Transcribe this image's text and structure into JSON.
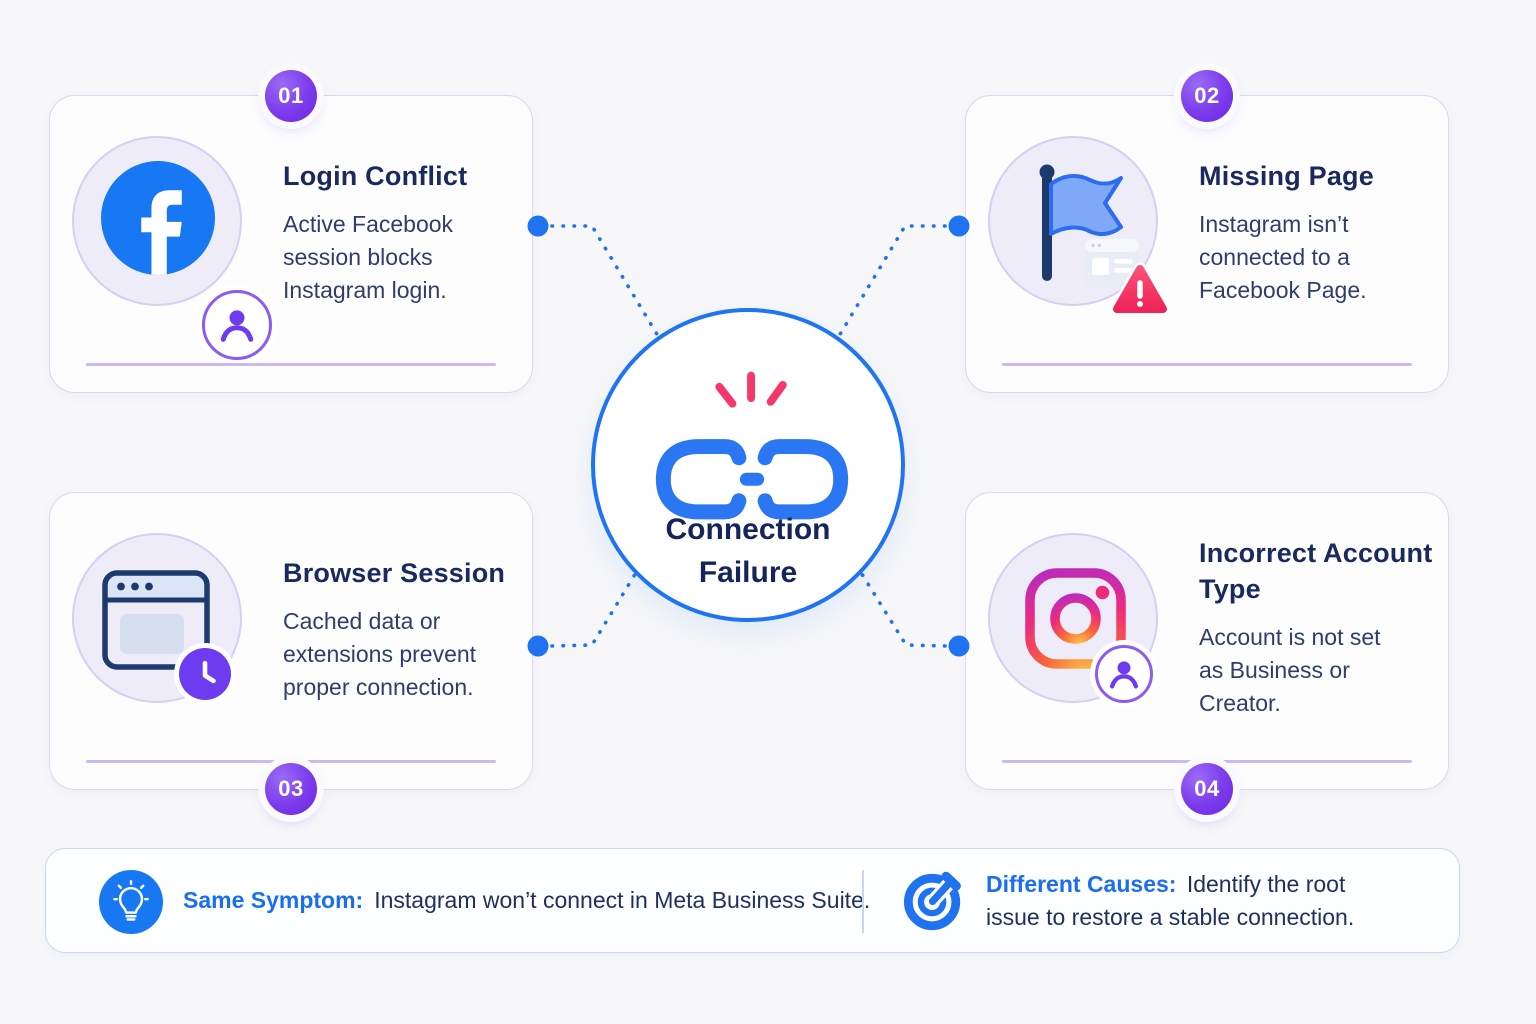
{
  "cards": [
    {
      "number": "01",
      "title": "Login Conflict",
      "description": "Active Facebook session blocks Instagram login.",
      "icon": "facebook-icon",
      "badge_icon": "person-icon"
    },
    {
      "number": "02",
      "title": "Missing Page",
      "description": "Instagram isn’t connected to a Facebook Page.",
      "icon": "flag-icon",
      "badge_icon": "warning-icon"
    },
    {
      "number": "03",
      "title": "Browser Session",
      "description": "Cached data or extensions prevent proper connection.",
      "icon": "browser-window-icon",
      "badge_icon": "clock-icon"
    },
    {
      "number": "04",
      "title": "Incorrect Account Type",
      "description": "Account is not set as Business or Creator.",
      "icon": "instagram-icon",
      "badge_icon": "person-icon"
    }
  ],
  "center": {
    "icon": "broken-link-icon",
    "label": "Connection Failure"
  },
  "footer": {
    "symptom_icon": "lightbulb-icon",
    "symptom_label": "Same Symptom:",
    "symptom_text": "Instagram won’t connect in Meta Business Suite.",
    "causes_icon": "target-icon",
    "causes_label": "Different Causes:",
    "causes_text": "Identify the root issue to restore a stable connection."
  },
  "colors": {
    "background": "#f7f7f9",
    "card_border": "#ddd7ef",
    "title_navy": "#1b2a5e",
    "body_navy": "#2f3d6b",
    "accent_blue": "#1f72f0",
    "facebook_blue": "#1877f2",
    "badge_purple": "#7c3aed",
    "icon_purple": "#6d3bf0",
    "lavender_fill": "#efecf9",
    "underline_purple": "#c9baf0",
    "spark_pink": "#f4386c",
    "footer_label_blue": "#1a6ef2"
  }
}
